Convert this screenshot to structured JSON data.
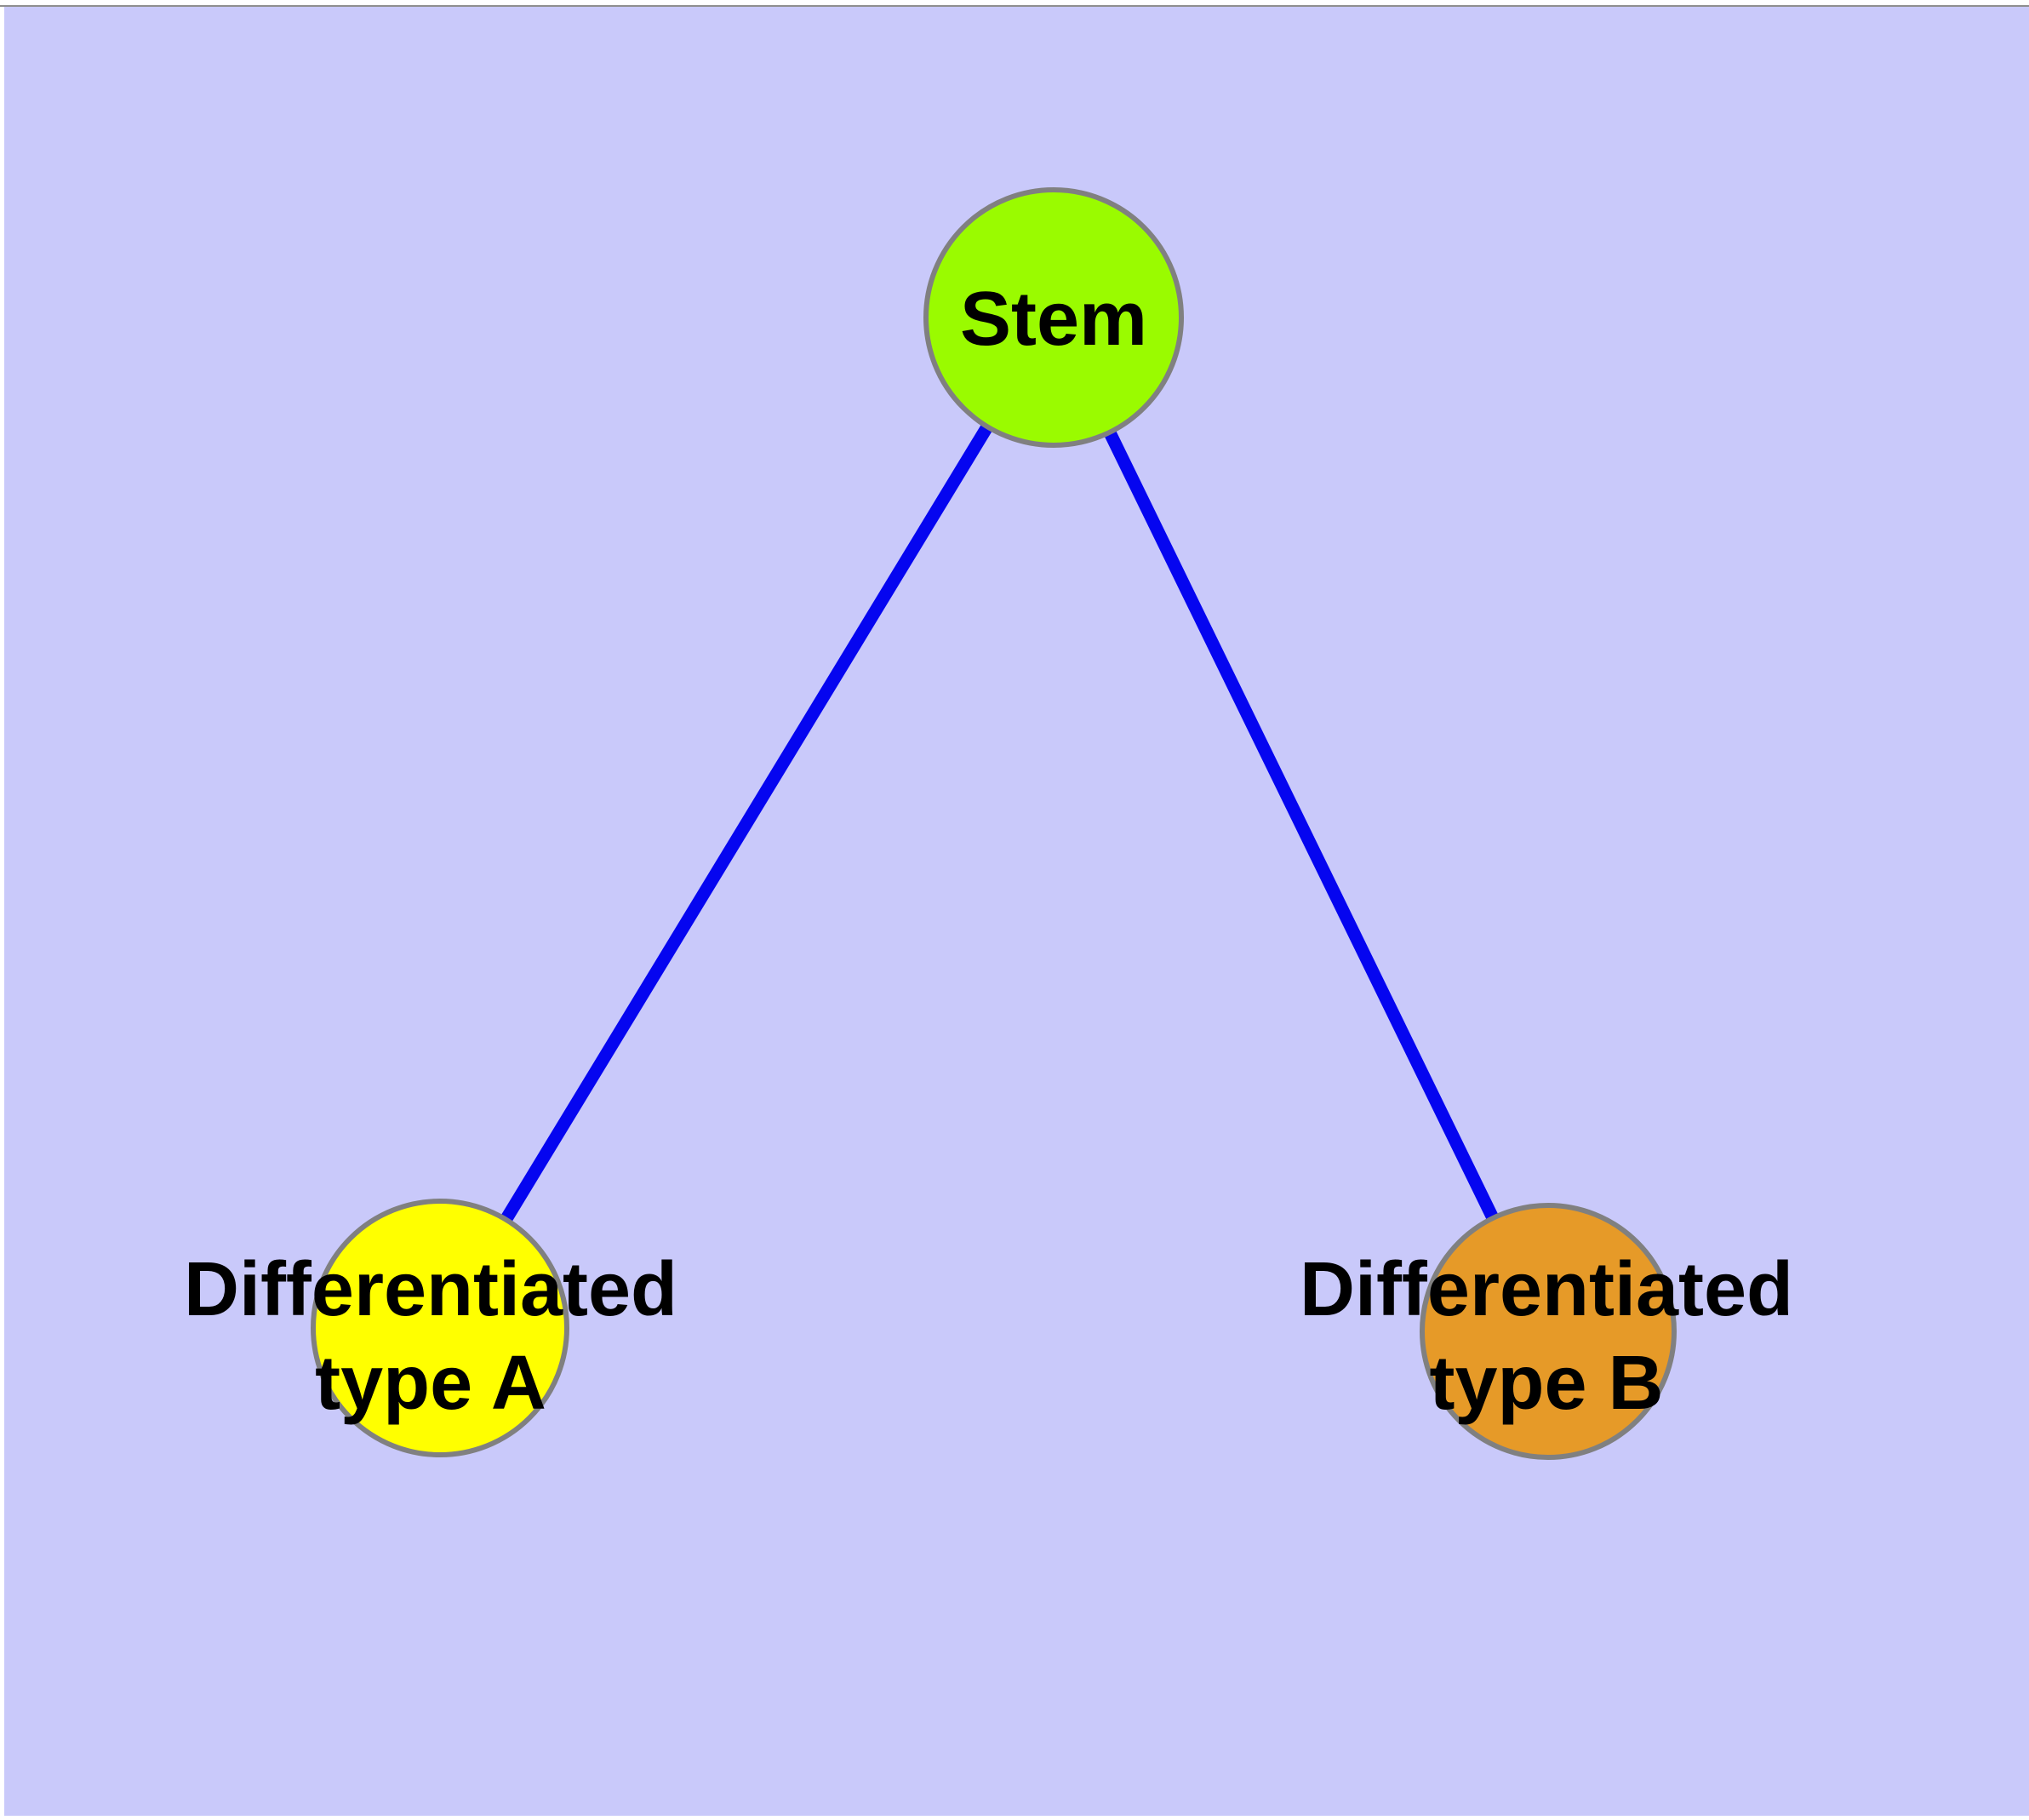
{
  "diagram": {
    "background_color": "#C9C9FA",
    "page_margin_color": "#FFFFFF",
    "top_hairline_color": "#8F8F8F",
    "edge_color": "#0505F0",
    "node_border_color": "#808080",
    "label_text_color": "#000000",
    "nodes": [
      {
        "id": "stem",
        "label": "Stem",
        "label_lines": [
          "Stem"
        ],
        "fill": "#9AFB00"
      },
      {
        "id": "differentiated-type-a",
        "label": "Differentiated type A",
        "label_lines": [
          "Differentiated",
          "type A"
        ],
        "fill": "#FFFF00"
      },
      {
        "id": "differentiated-type-b",
        "label": "Differentiated type B",
        "label_lines": [
          "Differentiated",
          "type B"
        ],
        "fill": "#E69A28"
      }
    ],
    "edges": [
      {
        "from": "Stem",
        "to": "Differentiated type A"
      },
      {
        "from": "Stem",
        "to": "Differentiated type B"
      }
    ]
  }
}
